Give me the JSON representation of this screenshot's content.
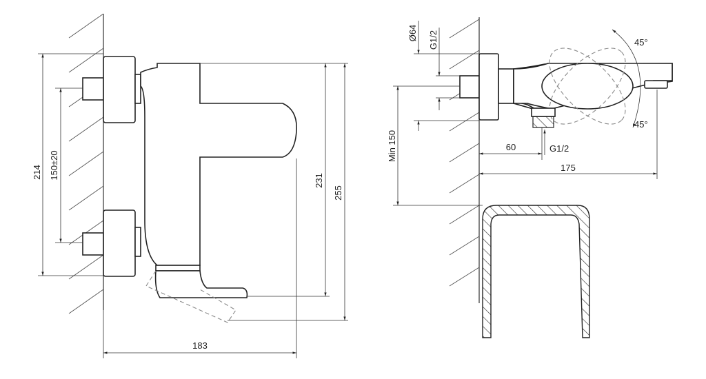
{
  "front_view": {
    "dim_height_total": "214",
    "dim_inlet_spacing": "150±20",
    "dim_outlet_height": "231",
    "dim_overall_height": "255",
    "dim_depth": "183"
  },
  "side_view": {
    "dim_rosette_diameter": "Ø64",
    "dim_inlet_thread": "G1/2",
    "dim_min_height": "Min 150",
    "dim_outlet_distance": "60",
    "dim_outlet_thread": "G1/2",
    "dim_spout_length": "175",
    "angle_upper": "45°",
    "angle_lower": "45°"
  }
}
